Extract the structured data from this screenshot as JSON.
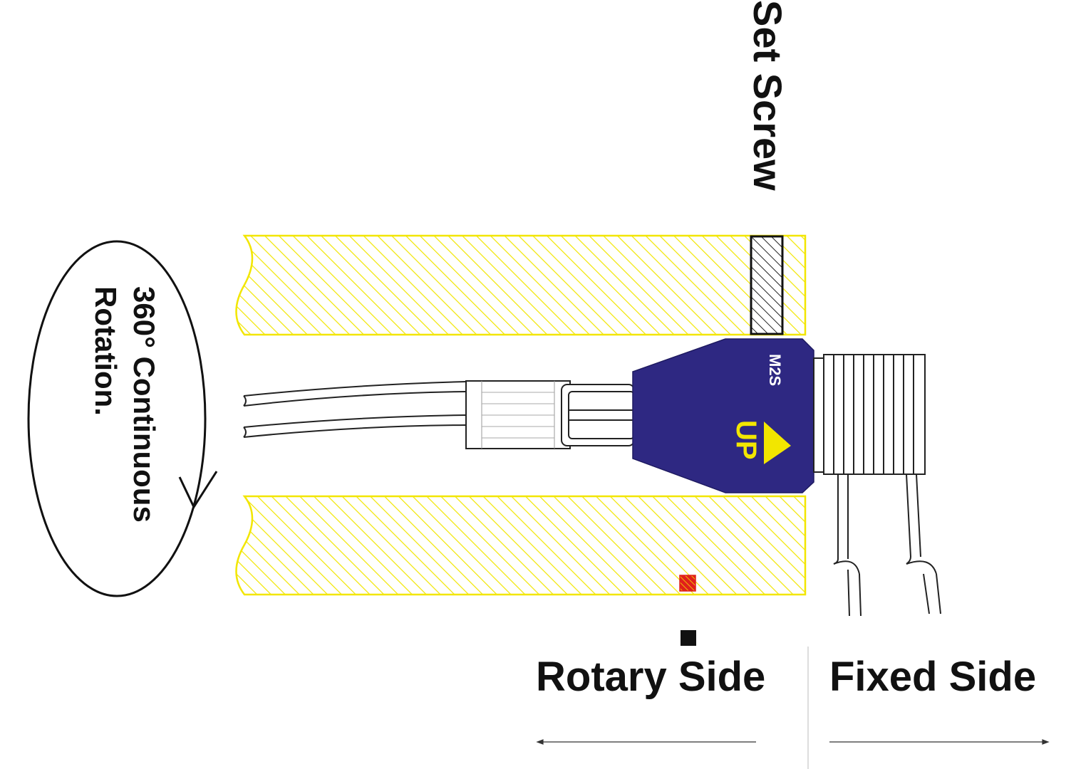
{
  "labels": {
    "set_screw": "Set Screw",
    "rotation_line1": "360° Continuous",
    "rotation_line2": "Rotation.",
    "rotary_side": "Rotary Side",
    "fixed_side": "Fixed Side"
  },
  "module": {
    "model": "M2S",
    "orientation_mark": "UP"
  },
  "colors": {
    "housing_hatch": "#f2e600",
    "module_body": "#2e2882",
    "module_text": "#ffffff",
    "up_arrow": "#f2e600",
    "marker": "#e0201b",
    "ink": "#111111"
  }
}
